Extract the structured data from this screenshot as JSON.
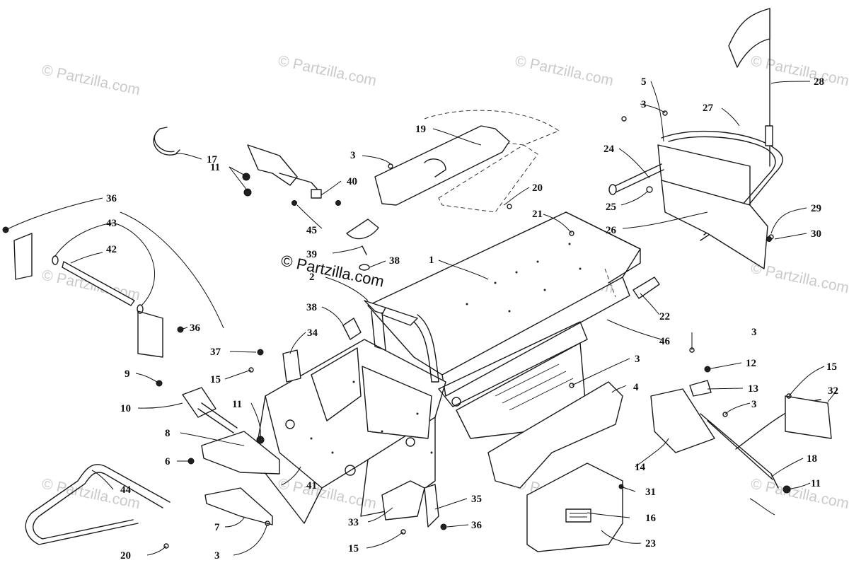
{
  "watermark_text": "© Partzilla.com",
  "callouts": [
    "1",
    "2",
    "3",
    "4",
    "5",
    "6",
    "7",
    "8",
    "9",
    "10",
    "11",
    "12",
    "13",
    "14",
    "15",
    "16",
    "17",
    "18",
    "19",
    "20",
    "21",
    "22",
    "23",
    "24",
    "25",
    "26",
    "27",
    "28",
    "29",
    "30",
    "31",
    "32",
    "33",
    "34",
    "35",
    "36",
    "37",
    "38",
    "39",
    "40",
    "41",
    "42",
    "43",
    "44",
    "45",
    "46"
  ]
}
